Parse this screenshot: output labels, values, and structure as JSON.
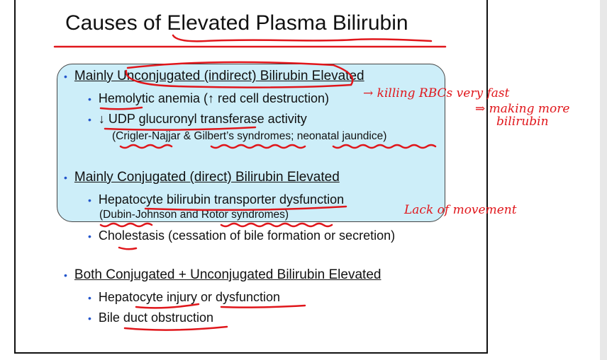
{
  "title": "Causes of Elevated Plasma Bilirubin",
  "sections": [
    {
      "heading": "Mainly Unconjugated (indirect) Bilirubin Elevated",
      "items": [
        "Hemolytic anemia (↑ red cell destruction)",
        "↓ UDP glucuronyl transferase activity"
      ],
      "detail": "(Crigler-Najjar & Gilbert’s syndromes; neonatal jaundice)"
    },
    {
      "heading": "Mainly Conjugated (direct) Bilirubin Elevated",
      "items": [
        "Hepatocyte bilirubin transporter dysfunction",
        "Cholestasis (cessation of bile formation or secretion)"
      ],
      "detail": "(Dubin-Johnson and Rotor syndromes)"
    },
    {
      "heading": "Both Conjugated + Unconjugated Bilirubin Elevated",
      "items": [
        "Hepatocyte injury or dysfunction",
        "Bile duct obstruction"
      ]
    }
  ],
  "annotations": {
    "a1": "→ killing RBCs very fast",
    "a2": "⇒ making more",
    "a3": "bilirubin",
    "a4": "Lack of movement"
  },
  "bullet": "•",
  "colors": {
    "ink": "#e0161b",
    "box": "#cdeef9",
    "bullet": "#2255cc"
  }
}
